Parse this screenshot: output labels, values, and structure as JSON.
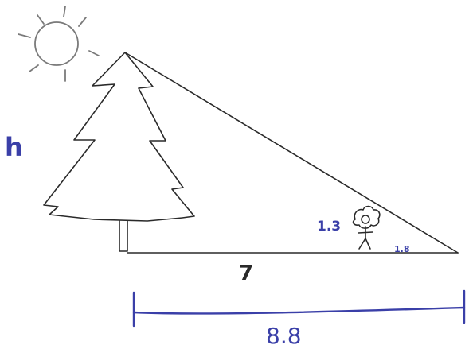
{
  "diagram": {
    "height_label": "h",
    "person_height_label": "1.3",
    "tree_to_person_label": "7",
    "total_distance_label": "8.8",
    "angle_label": "1.8",
    "ink_color": "#2a2a2a",
    "annotation_color": "#3a3fa8",
    "sun_color": "#7a7a7a",
    "icons": [
      "sun-icon",
      "tree-icon",
      "person-icon"
    ]
  }
}
